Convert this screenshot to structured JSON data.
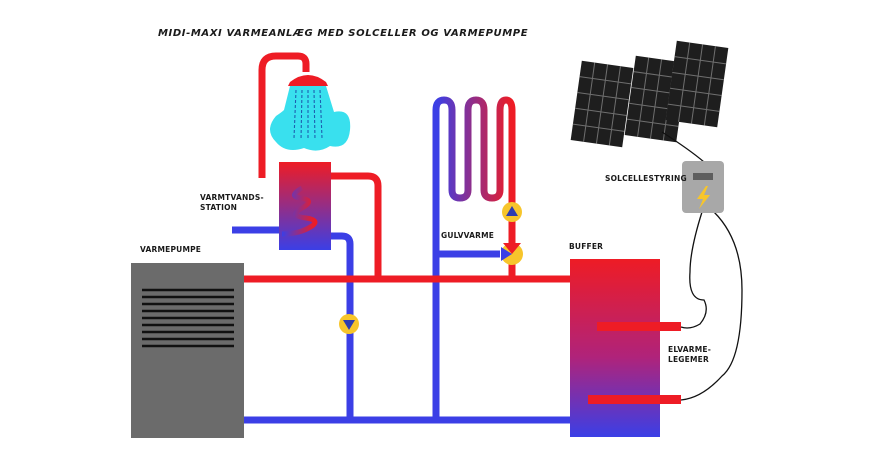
{
  "title": "MIDI-MAXI VARMEANLÆG MED SOLCELLER OG VARMEPUMPE",
  "labels": {
    "varmtvand_1": "VARMTVANDS-",
    "varmtvand_2": "STATION",
    "varmepumpe": "VARMEPUMPE",
    "gulvvarme": "GULVVARME",
    "buffer": "BUFFER",
    "solcellestyring": "SOLCELLESTYRING",
    "elvarme_1": "ELVARME-",
    "elvarme_2": "LEGEMER"
  },
  "colors": {
    "hot": "#ee1c25",
    "cold": "#3b3fe6",
    "water": "#39e0ee",
    "pump": "#f7c52b",
    "heatpump_body": "#6b6b6b",
    "solar_panel": "#1e1e1e",
    "controller": "#a8a8a8"
  },
  "icons": {
    "shower": "shower-head-icon",
    "pump": "circulation-pump-icon",
    "valve": "mixing-valve-icon",
    "controller": "lightning-bolt-icon"
  }
}
